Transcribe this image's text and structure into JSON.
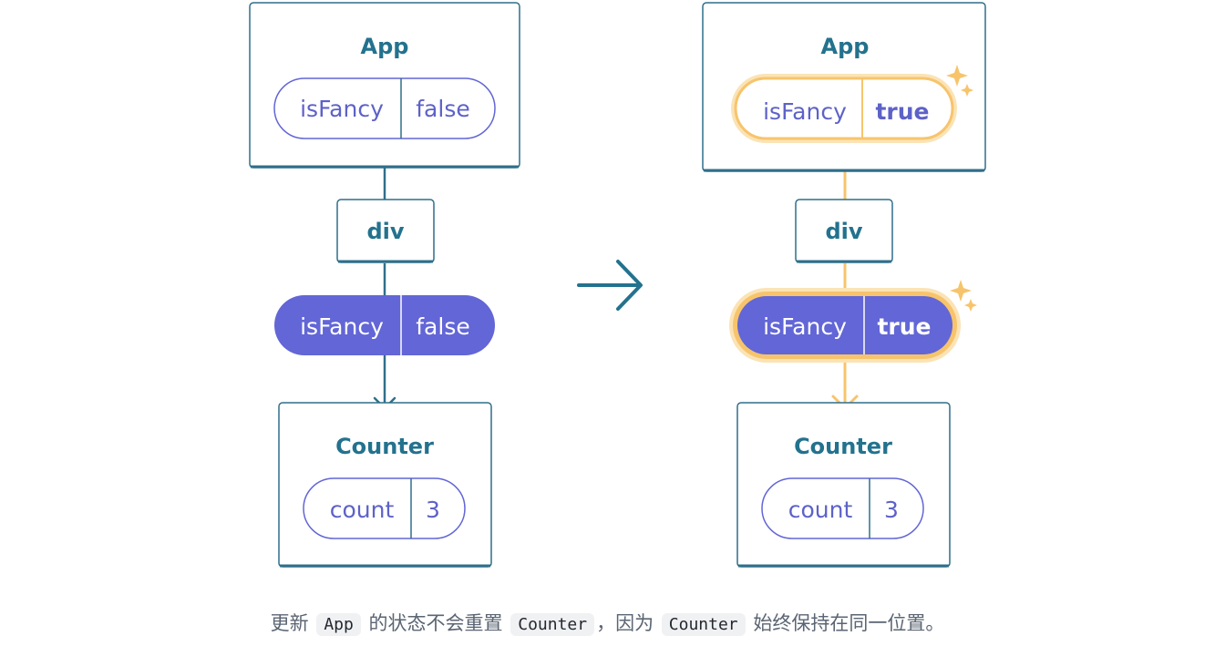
{
  "colors": {
    "teal": "#23728e",
    "purple": "#6266d6",
    "purple_text": "#5d62c8",
    "highlight": "#f7c46c",
    "highlight_glow": "#fbe3b5",
    "box_border": "#2f6f8a",
    "divider": "#2f6f8a"
  },
  "before": {
    "app": {
      "title": "App",
      "state_label": "isFancy",
      "state_value": "false"
    },
    "div": {
      "title": "div"
    },
    "prop": {
      "label": "isFancy",
      "value": "false"
    },
    "counter": {
      "title": "Counter",
      "state_label": "count",
      "state_value": "3"
    }
  },
  "after": {
    "app": {
      "title": "App",
      "state_label": "isFancy",
      "state_value": "true"
    },
    "div": {
      "title": "div"
    },
    "prop": {
      "label": "isFancy",
      "value": "true"
    },
    "counter": {
      "title": "Counter",
      "state_label": "count",
      "state_value": "3"
    }
  },
  "icons": {
    "transition": "arrow-right-icon",
    "sparkle": "sparkle-icon"
  },
  "caption": {
    "t1": "更新",
    "c1": "App",
    "t2": "的状态不会重置",
    "c2": "Counter",
    "t3": "，因为",
    "c3": "Counter",
    "t4": "始终保持在同一位置。"
  }
}
